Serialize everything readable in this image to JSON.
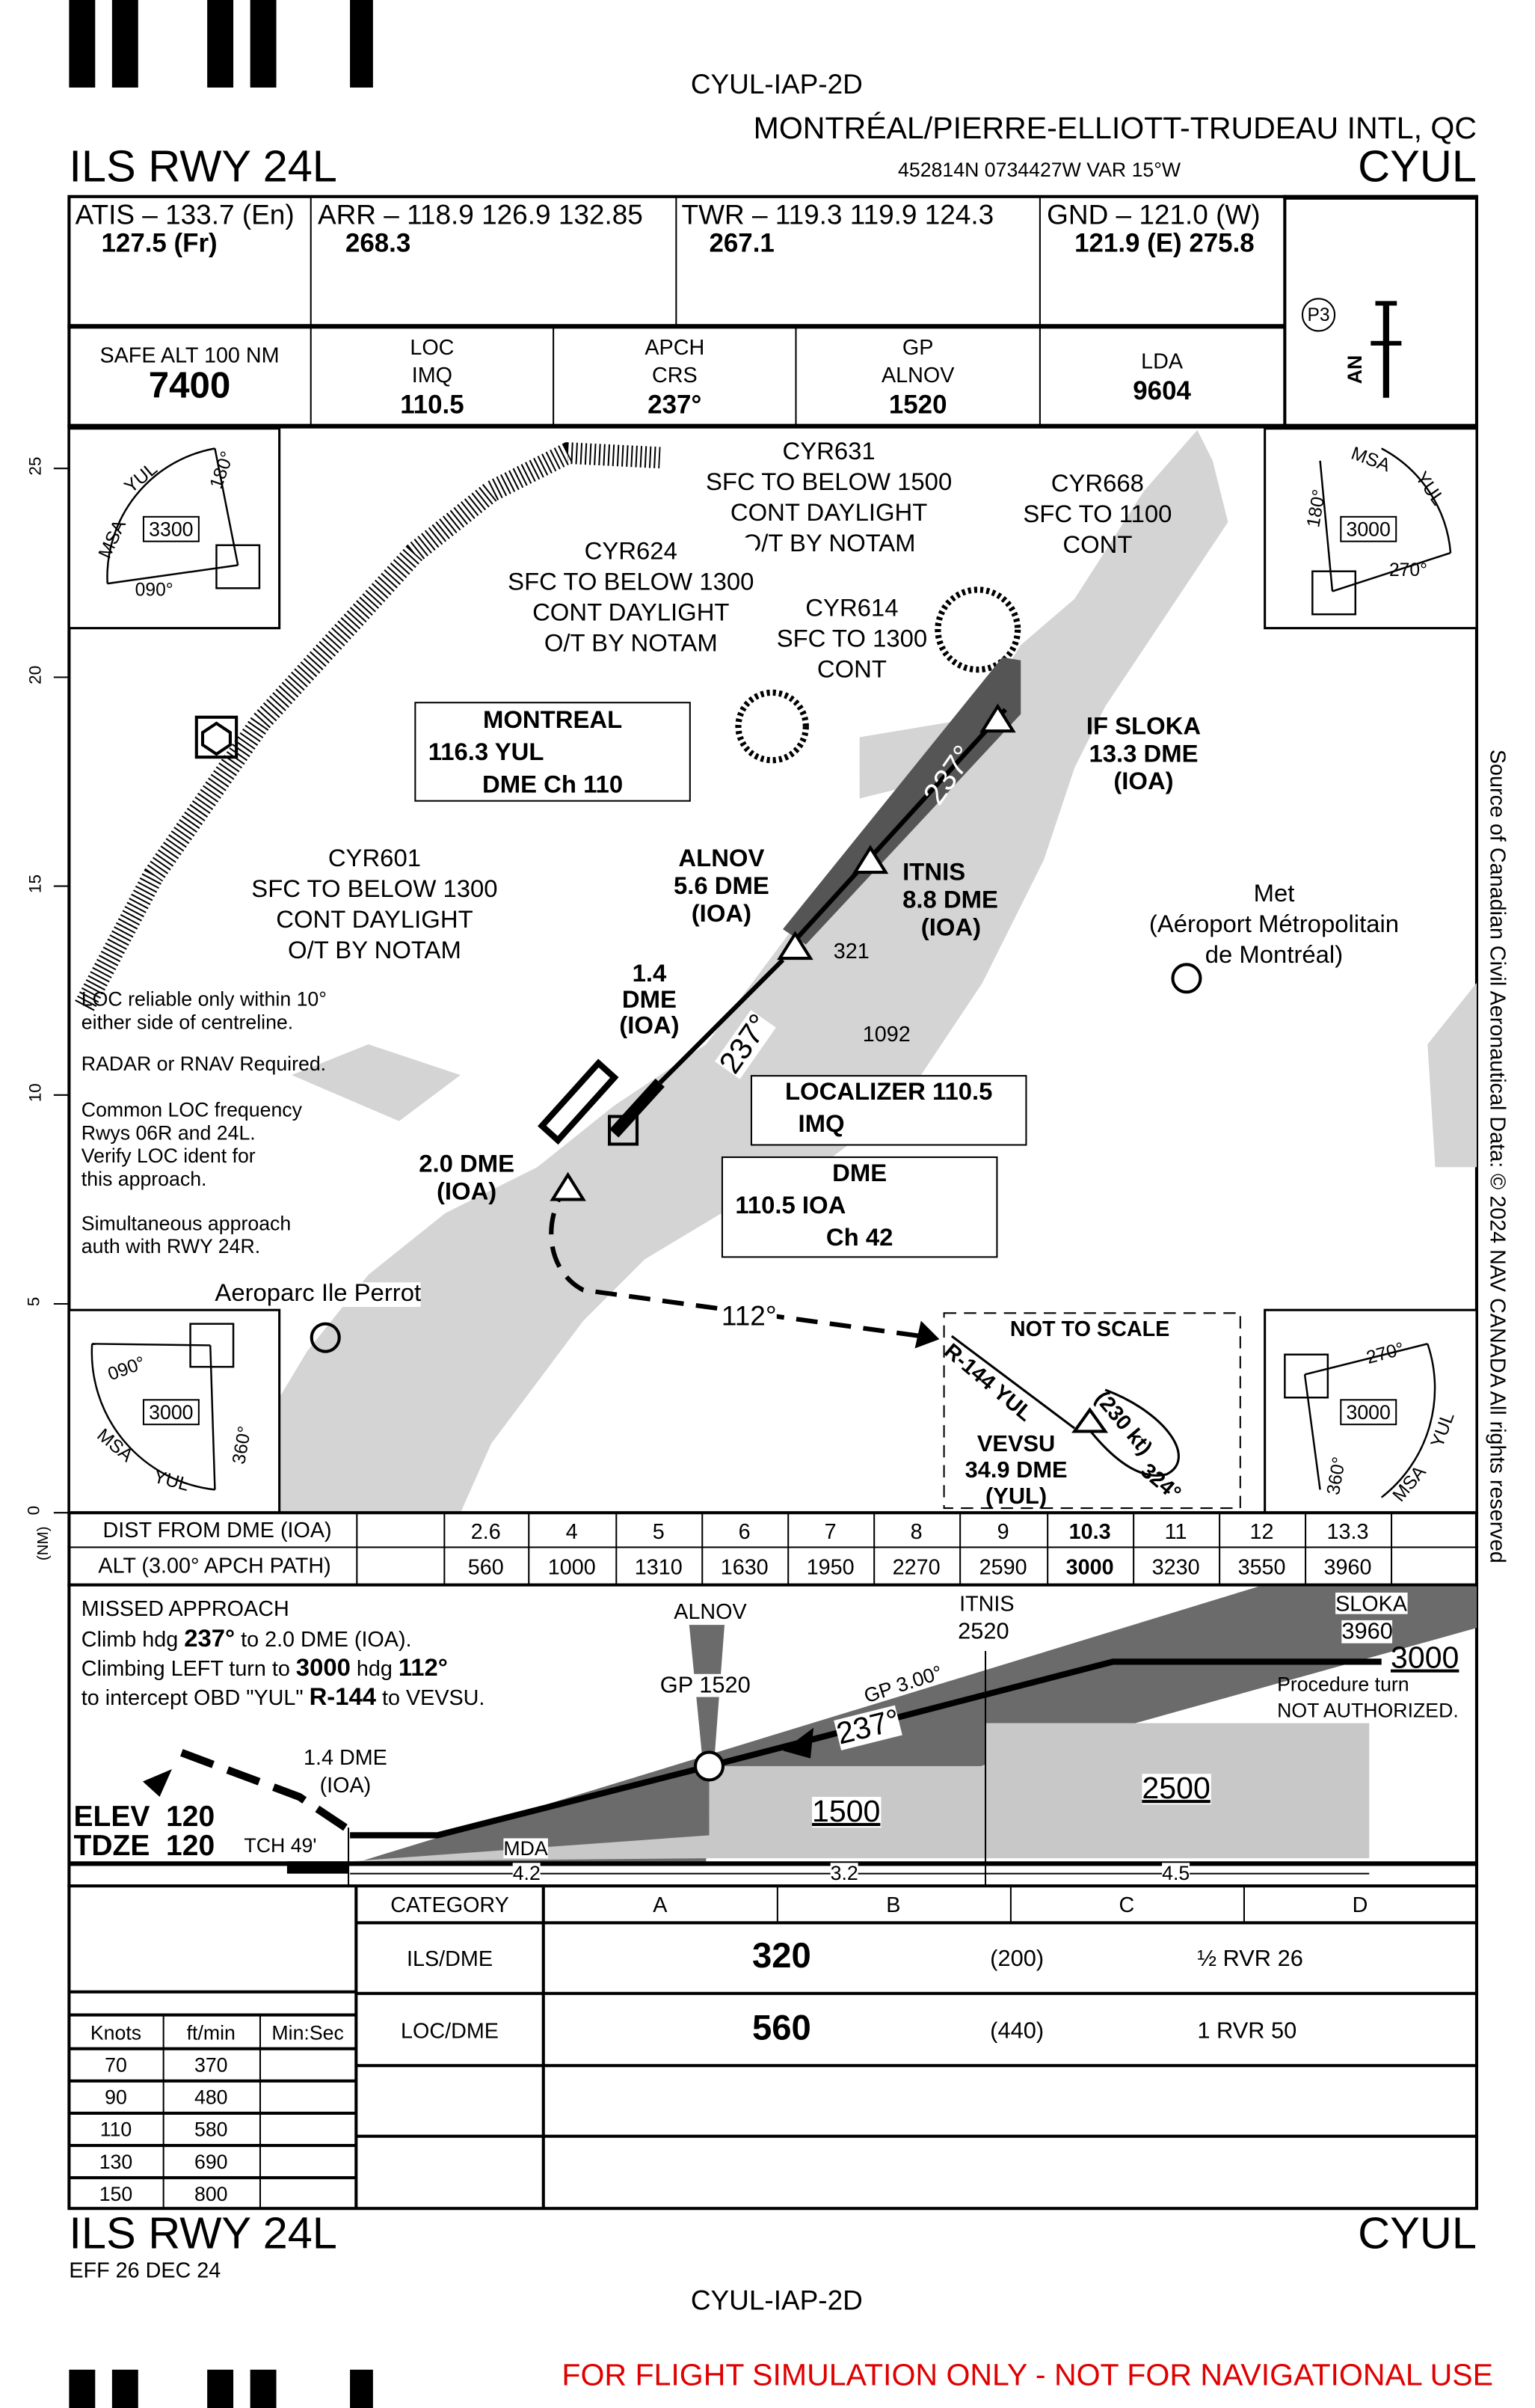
{
  "header": {
    "chart_id": "CYUL-IAP-2D",
    "airport": "MONTRÉAL/PIERRE-ELLIOTT-TRUDEAU INTL, QC",
    "title": "ILS RWY 24L",
    "coords": "452814N  0734427W  VAR 15°W",
    "icao": "CYUL"
  },
  "comms": [
    {
      "line1": "ATIS – 133.7 (En)",
      "line2": "127.5 (Fr)"
    },
    {
      "line1": "ARR – 118.9  126.9  132.85",
      "line2": "268.3"
    },
    {
      "line1": "TWR – 119.3  119.9  124.3",
      "line2": "267.1"
    },
    {
      "line1": "GND – 121.0 (W)",
      "line2": "121.9 (E)  275.8"
    }
  ],
  "lighting": {
    "badge": "P3",
    "label": "AN"
  },
  "info": [
    {
      "label1": "SAFE ALT 100 NM",
      "label2": "",
      "value": "7400"
    },
    {
      "label1": "LOC",
      "label2": "IMQ",
      "value": "110.5"
    },
    {
      "label1": "APCH",
      "label2": "CRS",
      "value": "237°"
    },
    {
      "label1": "GP",
      "label2": "ALNOV",
      "value": "1520"
    },
    {
      "label1": "LDA",
      "label2": "",
      "value": "9604"
    }
  ],
  "scale": {
    "ticks": [
      "25",
      "20",
      "15",
      "10",
      "5",
      "0"
    ],
    "unit": "(NM)"
  },
  "msa": {
    "top_left": {
      "alt": "3300",
      "b1": "180°",
      "b2": "090°",
      "msa": "MSA",
      "yul": "YUL"
    },
    "top_right": {
      "alt": "3000",
      "b1": "180°",
      "b2": "270°",
      "msa": "MSA",
      "yul": "YUL"
    },
    "bottom_left": {
      "alt": "3000",
      "b1": "090°",
      "b2": "360°",
      "msa": "MSA",
      "yul": "YUL"
    },
    "bottom_right": {
      "alt": "3000",
      "b1": "270°",
      "b2": "360°",
      "msa": "MSA",
      "yul": "YUL"
    }
  },
  "map": {
    "cyr631": [
      "CYR631",
      "SFC TO BELOW 1500",
      "CONT DAYLIGHT",
      "O/T BY NOTAM"
    ],
    "cyr668": [
      "CYR668",
      "SFC TO 1100",
      "CONT"
    ],
    "cyr624": [
      "CYR624",
      "SFC TO BELOW 1300",
      "CONT DAYLIGHT",
      "O/T BY NOTAM"
    ],
    "cyr614": [
      "CYR614",
      "SFC TO 1300",
      "CONT"
    ],
    "cyr601": [
      "CYR601",
      "SFC TO BELOW 1300",
      "CONT DAYLIGHT",
      "O/T BY NOTAM"
    ],
    "montreal": {
      "name": "MONTREAL",
      "freq": "116.3 YUL",
      "ch": "DME Ch 110"
    },
    "sloka": [
      "IF SLOKA",
      "13.3 DME",
      "(IOA)"
    ],
    "itnis": [
      "ITNIS",
      "8.8 DME",
      "(IOA)"
    ],
    "alnov": [
      "ALNOV",
      "5.6 DME",
      "(IOA)"
    ],
    "dme14": [
      "1.4",
      "DME",
      "(IOA)"
    ],
    "dme20": [
      "2.0 DME",
      "(IOA)"
    ],
    "course1": "237°",
    "course2": "237°",
    "obst1": "321",
    "obst2": "1092",
    "met": [
      "Met",
      "(Aéroport Métropolitain",
      "de Montréal)"
    ],
    "localizer": {
      "title": "LOCALIZER 110.5",
      "ident": "IMQ"
    },
    "dme": {
      "title": "DME",
      "freq": "110.5 IOA",
      "ch": "Ch 42"
    },
    "aeroparc": "Aeroparc Ile Perrot",
    "missed_hdg": "112°",
    "notes": [
      "LOC reliable only within 10°\neither side of centreline.",
      "RADAR or RNAV Required.",
      "Common LOC frequency\nRwys 06R and 24L.\nVerify LOC ident for\nthis approach.",
      "Simultaneous approach\nauth with RWY 24R."
    ],
    "inset": {
      "title": "NOT TO SCALE",
      "radial": "R-144 YUL",
      "speed": "(230 kt)",
      "hdg": "324°",
      "fix": "VEVSU",
      "dme": "34.9 DME",
      "ref": "(YUL)"
    }
  },
  "side_note": "Source of Canadian Civil Aeronautical Data: © 2024 NAV CANADA All rights reserved",
  "profile_table": {
    "dist_label": "DIST FROM DME (IOA)",
    "alt_label": "ALT (3.00° APCH PATH)",
    "dist": [
      "2.6",
      "4",
      "5",
      "6",
      "7",
      "8",
      "9",
      "10.3",
      "11",
      "12",
      "13.3"
    ],
    "alt": [
      "560",
      "1000",
      "1310",
      "1630",
      "1950",
      "2270",
      "2590",
      "3000",
      "3230",
      "3550",
      "3960"
    ]
  },
  "profile": {
    "missed_title": "MISSED APPROACH",
    "missed": [
      "Climb hdg ",
      "237°",
      " to 2.0 DME (IOA).",
      "Climbing LEFT turn to ",
      "3000",
      " hdg ",
      "112°",
      "to intercept OBD \"YUL\" ",
      "R-144",
      "  to VEVSU."
    ],
    "alnov": "ALNOV",
    "gp": "GP 1520",
    "itnis": "ITNIS",
    "itnis_alt": "2520",
    "sloka": "SLOKA",
    "sloka_alt": "3960",
    "gp_angle": "GP 3.00°",
    "course": "237°",
    "alt3000": "3000",
    "pt1": "Procedure turn",
    "pt2": "NOT AUTHORIZED.",
    "dme14": "1.4 DME",
    "ioa": "(IOA)",
    "elev": "ELEV  120",
    "tdze": "TDZE  120",
    "tch": "TCH 49'",
    "mda": "MDA",
    "alt1500": "1500",
    "alt2500": "2500",
    "seg": [
      "4.2",
      "3.2",
      "4.5"
    ]
  },
  "minima": {
    "category": "CATEGORY",
    "cats": [
      "A",
      "B",
      "C",
      "D"
    ],
    "rows": [
      {
        "name": "ILS/DME",
        "alt": "320",
        "hat": "(200)",
        "vis": "½ RVR 26"
      },
      {
        "name": "LOC/DME",
        "alt": "560",
        "hat": "(440)",
        "vis": "1 RVR 50"
      }
    ]
  },
  "rate": {
    "headers": [
      "Knots",
      "ft/min",
      "Min:Sec"
    ],
    "rows": [
      [
        "70",
        "370",
        ""
      ],
      [
        "90",
        "480",
        ""
      ],
      [
        "110",
        "580",
        ""
      ],
      [
        "130",
        "690",
        ""
      ],
      [
        "150",
        "800",
        ""
      ]
    ]
  },
  "footer": {
    "title": "ILS RWY 24L",
    "icao": "CYUL",
    "eff": "EFF 26 DEC 24",
    "chart_id": "CYUL-IAP-2D",
    "disclaimer": "FOR FLIGHT SIMULATION ONLY - NOT FOR NAVIGATIONAL USE"
  }
}
